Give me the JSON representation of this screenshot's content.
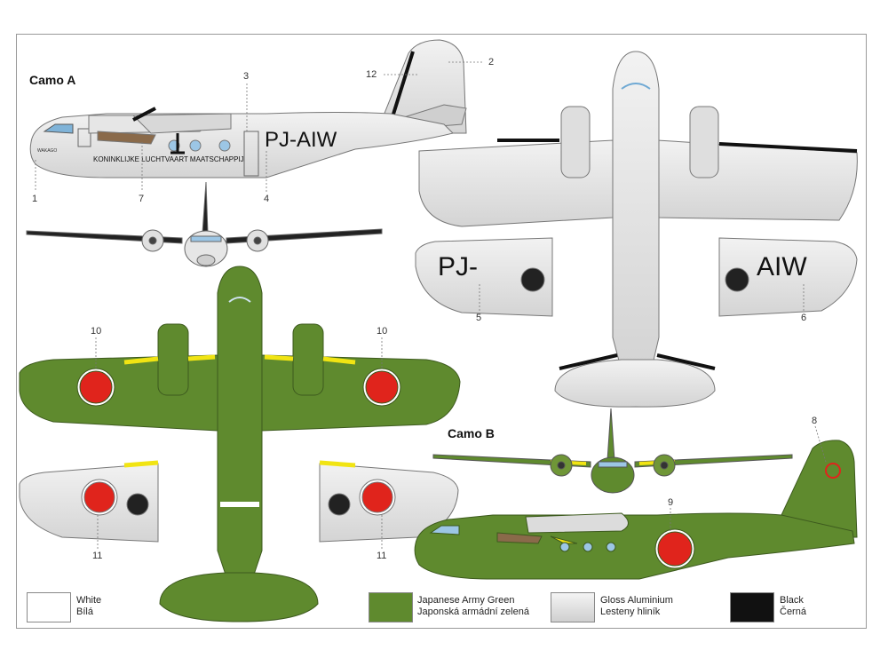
{
  "camo_a_label": "Camo A",
  "camo_b_label": "Camo B",
  "registration_full": "PJ-AIW",
  "registration_left": "PJ-",
  "registration_right": "AIW",
  "airline_text": "KONINKLIJKE  LUCHTVAART  MAATSCHAPPIJ",
  "nose_name": "WAKAGO",
  "callouts": [
    "1",
    "2",
    "3",
    "4",
    "5",
    "6",
    "7",
    "8",
    "9",
    "10",
    "10",
    "11",
    "11",
    "12"
  ],
  "legend": [
    {
      "line1": "White",
      "line2": "Bílá",
      "color": "#ffffff"
    },
    {
      "line1": "Japanese Army Green",
      "line2": "Japonská armádní zelená",
      "color": "#5f8a2e"
    },
    {
      "line1": "Gloss Aluminium",
      "line2": "Lesteny hliník",
      "color": "#d9d9d9"
    },
    {
      "line1": "Black",
      "line2": "Černá",
      "color": "#111111"
    }
  ],
  "colors": {
    "green": "#5f8a2e",
    "aluminium": "#dcdcdc",
    "hinomaru": "#e0241c",
    "yellow": "#f1e413",
    "black": "#111111"
  }
}
